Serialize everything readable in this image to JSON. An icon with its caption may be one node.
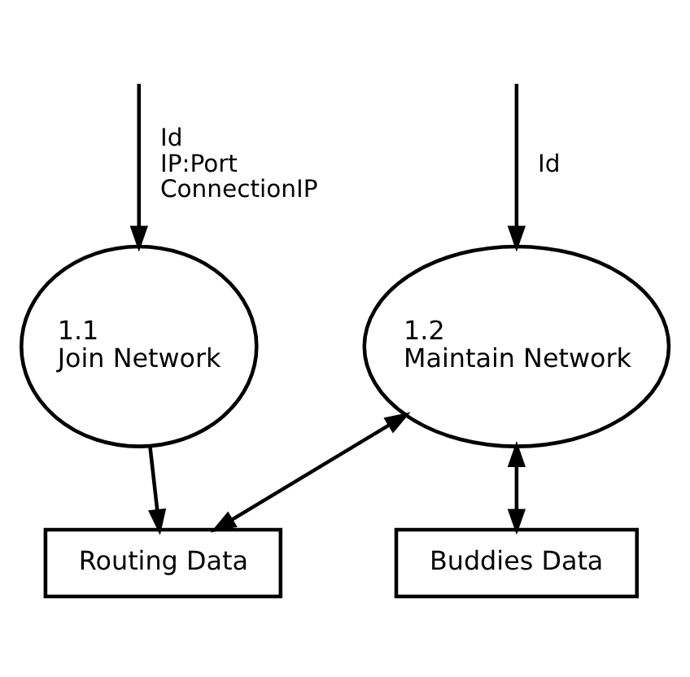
{
  "diagram": {
    "nodes": [
      {
        "text": [
          "1.1",
          "Join Network"
        ]
      },
      {
        "text": [
          "1.2",
          "Maintain Network"
        ]
      },
      {
        "text": [
          "Routing Data"
        ]
      },
      {
        "text": [
          "Buddies Data"
        ]
      }
    ],
    "edges": [
      {
        "from": null,
        "to": 0,
        "arrow": "to",
        "label": "Id IP:Port ConnectionIP"
      },
      {
        "from": null,
        "to": 1,
        "arrow": "to",
        "label": "Id"
      },
      {
        "from": 0,
        "to": 2,
        "arrow": "to"
      },
      {
        "from": 1,
        "to": 2,
        "arrow": "both"
      },
      {
        "from": 1,
        "to": 3,
        "arrow": "both"
      }
    ]
  }
}
